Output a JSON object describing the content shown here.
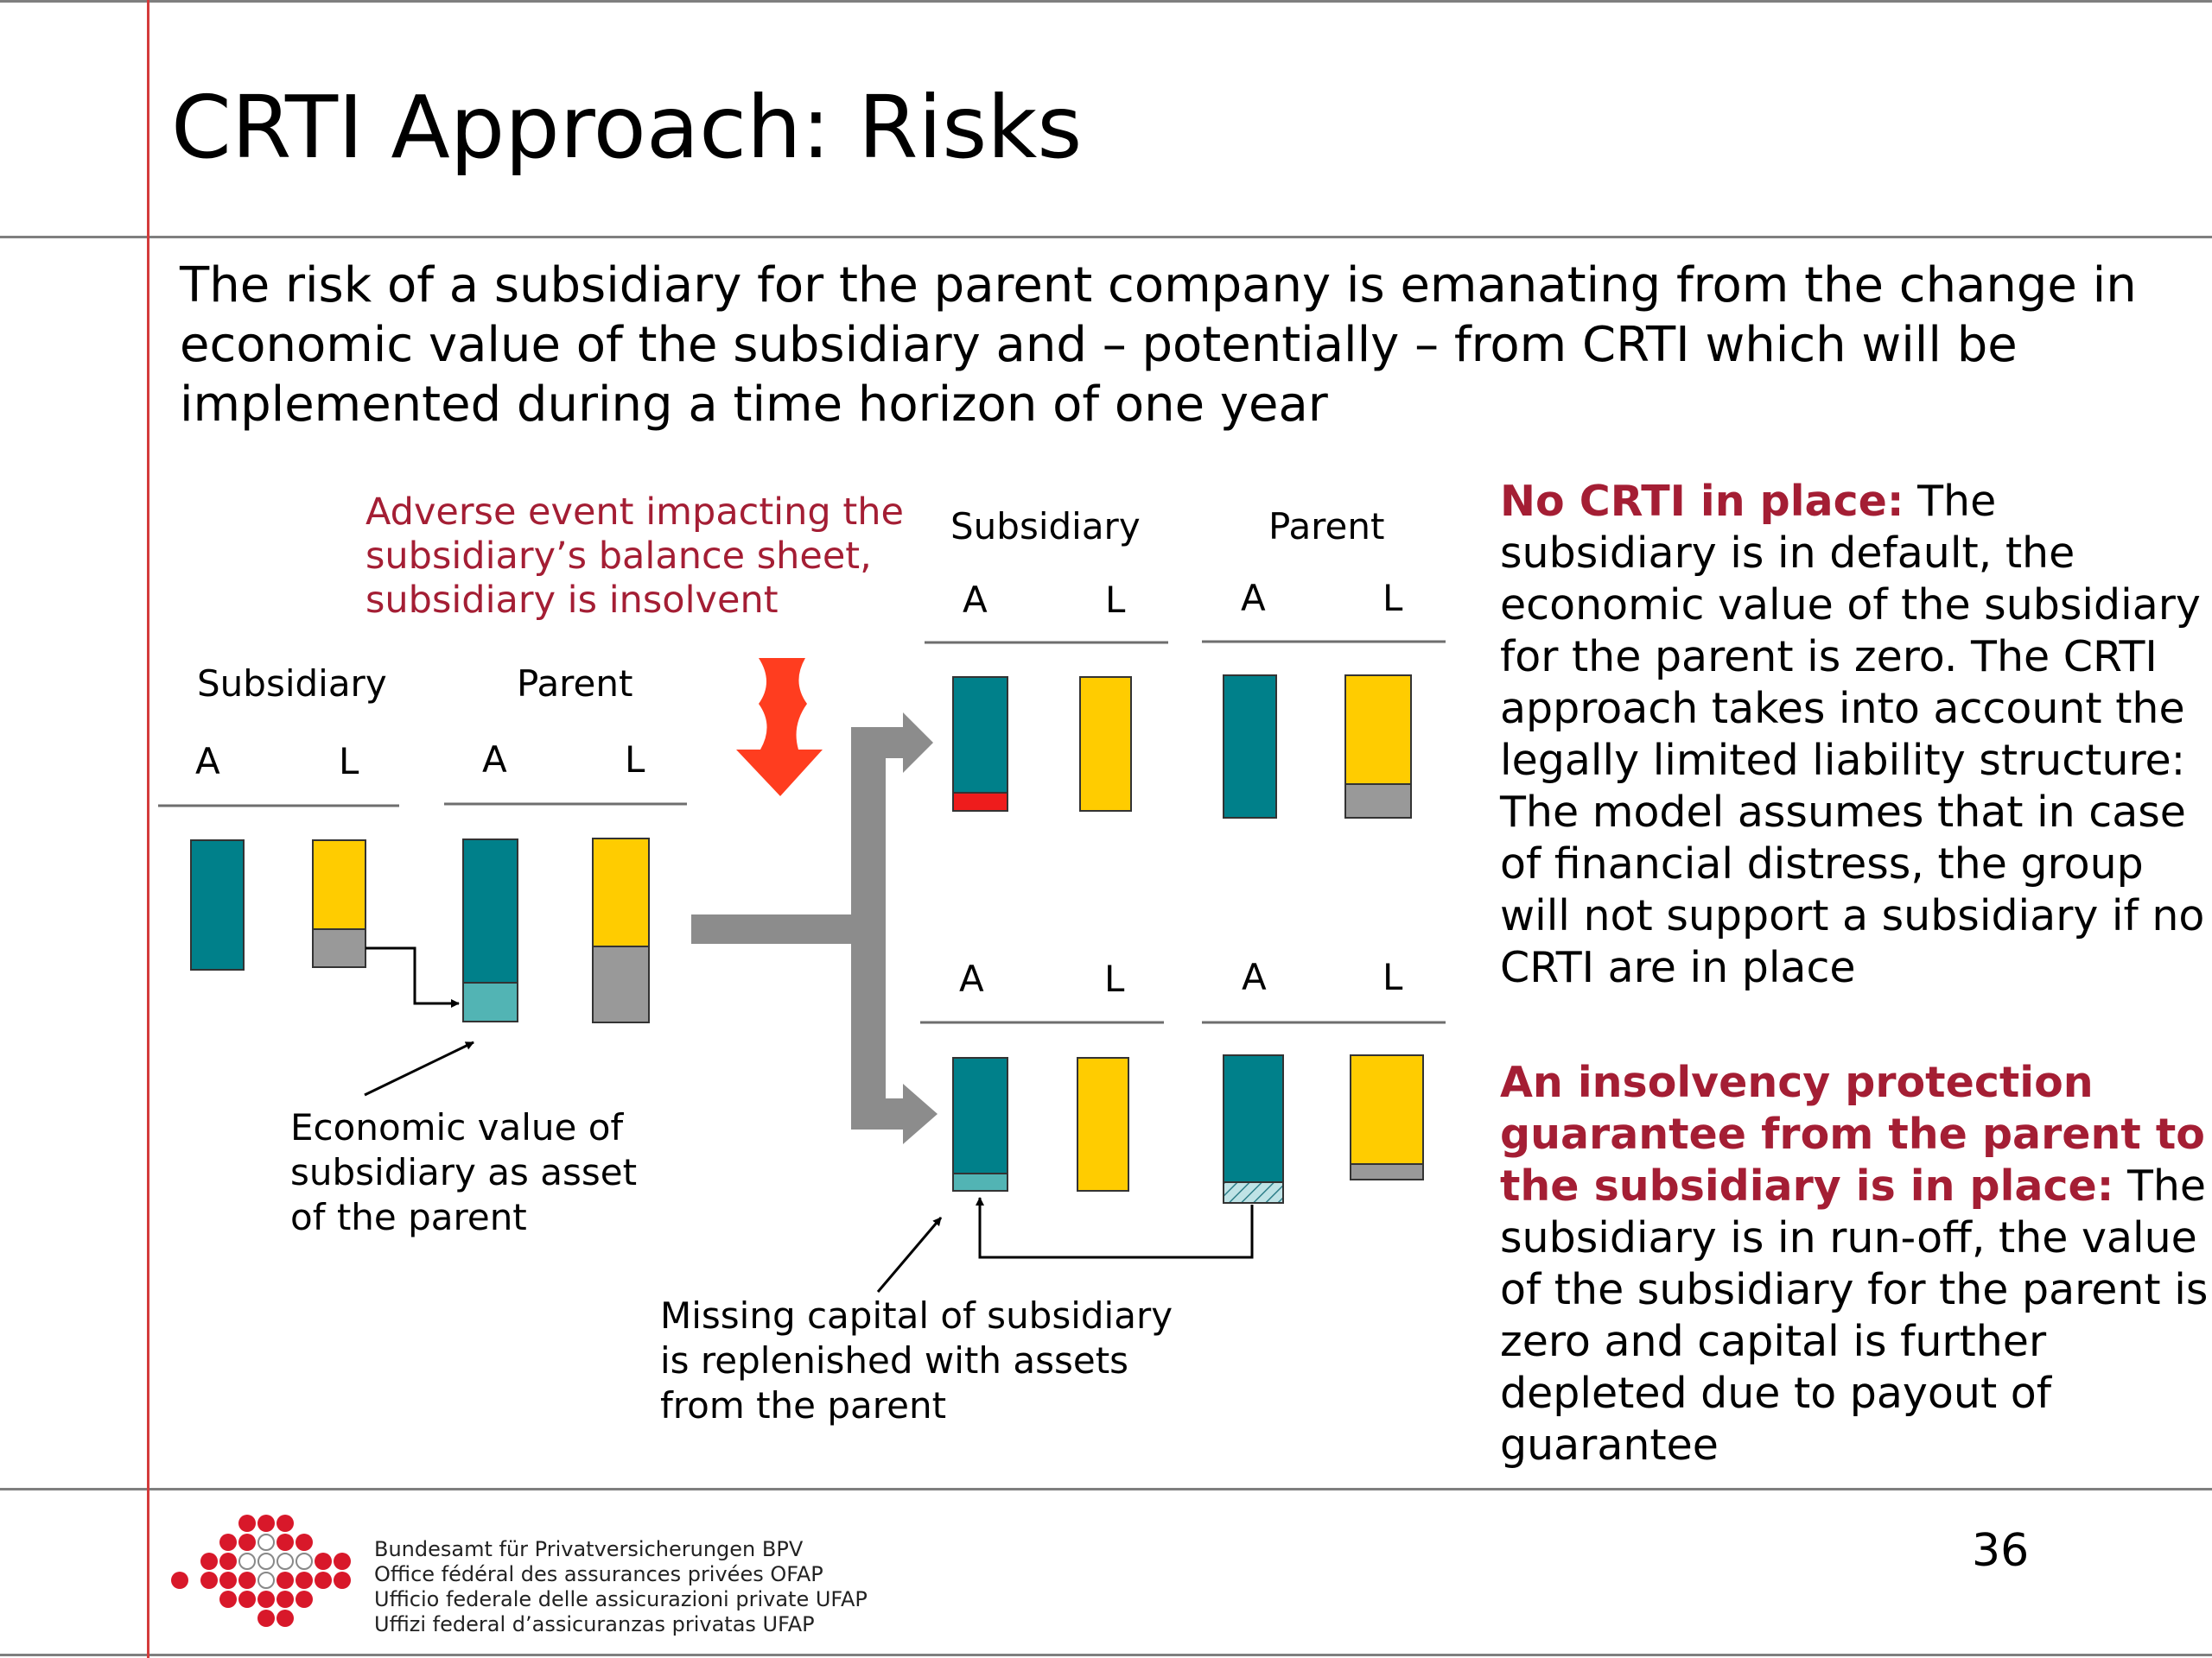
{
  "slide": {
    "title": "CRTI Approach: Risks",
    "intro": "The risk of a subsidiary for the parent company is emanating from the change in economic value of the subsidiary and – potentially – from CRTI which will be implemented during a time horizon of one year",
    "page_number": "36"
  },
  "diagram": {
    "adverse_event": [
      "Adverse event impacting the",
      "subsidiary’s balance sheet,",
      "subsidiary is insolvent"
    ],
    "labels": {
      "subsidiary": "Subsidiary",
      "parent": "Parent",
      "assets": "A",
      "liabilities": "L"
    },
    "economic_value_note": [
      "Economic value of",
      "subsidiary as asset",
      "of the parent"
    ],
    "missing_capital_note": [
      "Missing capital of subsidiary",
      "is replenished with assets",
      "from the parent"
    ],
    "colors": {
      "asset": "#00808a",
      "liability": "#ffcc00",
      "capital": "#999999",
      "loss": "#ee1c1c",
      "participation": "#52b4b4",
      "arrow_event": "#ff3d1f",
      "arrow_flow": "#8c8c8c"
    }
  },
  "right_panel": {
    "no_crti_heading": "No CRTI in place:",
    "no_crti_body": "The subsidiary is in default, the economic value of the subsidiary for the parent is zero. The CRTI approach takes into account the legally limited liability structure: The model assumes that in case of financial distress, the group will not support a subsidiary if no CRTI are in place",
    "guarantee_heading": "An insolvency protection guarantee from the parent to the subsidiary is in place:",
    "guarantee_body": "The subsidiary is in run-off, the value of the subsidiary for the parent is zero and capital is further depleted due to payout of guarantee"
  },
  "footer": {
    "org_lines": [
      "Bundesamt für Privatversicherungen BPV",
      "Office fédéral des assurances privées OFAP",
      "Ufficio federale delle assicurazioni private UFAP",
      "Uffizi federal d’assicuranzas privatas UFAP"
    ],
    "logo": "federal-office-logo"
  }
}
